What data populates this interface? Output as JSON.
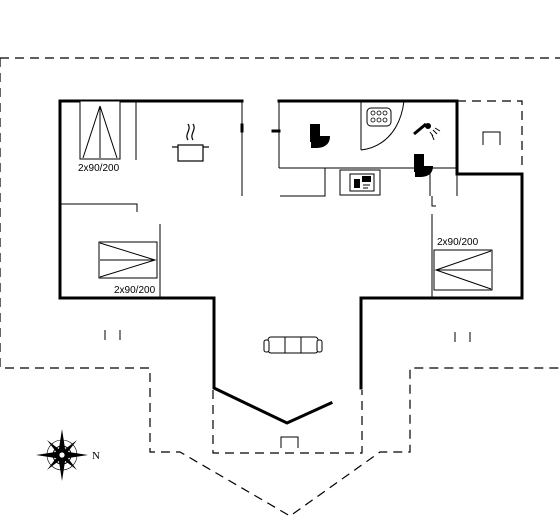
{
  "rooms": {
    "bedroom_1": {
      "bed_label": "2x90/200"
    },
    "bedroom_2": {
      "bed_label": "2x90/200"
    },
    "bedroom_3": {
      "bed_label": "2x90/200"
    }
  },
  "compass": {
    "north_label": "N"
  }
}
